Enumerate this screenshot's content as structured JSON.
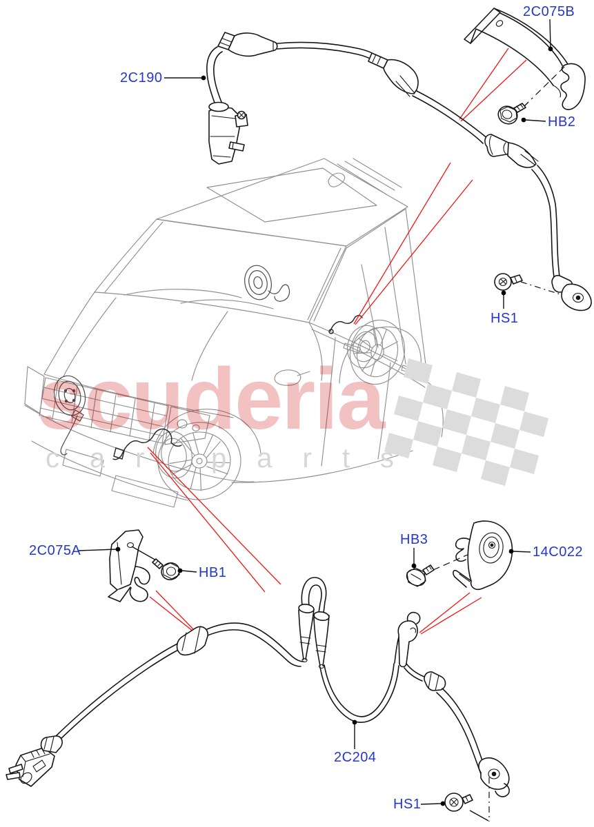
{
  "diagram": {
    "description": "ABS anti-lock braking sensor parts diagram with vehicle illustration",
    "part_labels": [
      {
        "id": "2C190",
        "text": "2C190"
      },
      {
        "id": "2C075B",
        "text": "2C075B"
      },
      {
        "id": "HB2",
        "text": "HB2"
      },
      {
        "id": "HS1-upper",
        "text": "HS1"
      },
      {
        "id": "2C075A",
        "text": "2C075A"
      },
      {
        "id": "HB1",
        "text": "HB1"
      },
      {
        "id": "HB3",
        "text": "HB3"
      },
      {
        "id": "14C022",
        "text": "14C022"
      },
      {
        "id": "2C204",
        "text": "2C204"
      },
      {
        "id": "HS1-lower",
        "text": "HS1"
      }
    ],
    "watermark": {
      "brand": "scuderia",
      "word_left": "car",
      "word_right": "parts"
    },
    "colors": {
      "label_blue": "#2236d6",
      "callout_red": "#f31414",
      "car_line_gray": "#8f8f8f",
      "part_line_black": "#161616",
      "watermark_red": "#cc0000",
      "watermark_gray": "#d6d6d6",
      "flag_gray": "#dcdcdc",
      "background": "#ffffff"
    }
  }
}
